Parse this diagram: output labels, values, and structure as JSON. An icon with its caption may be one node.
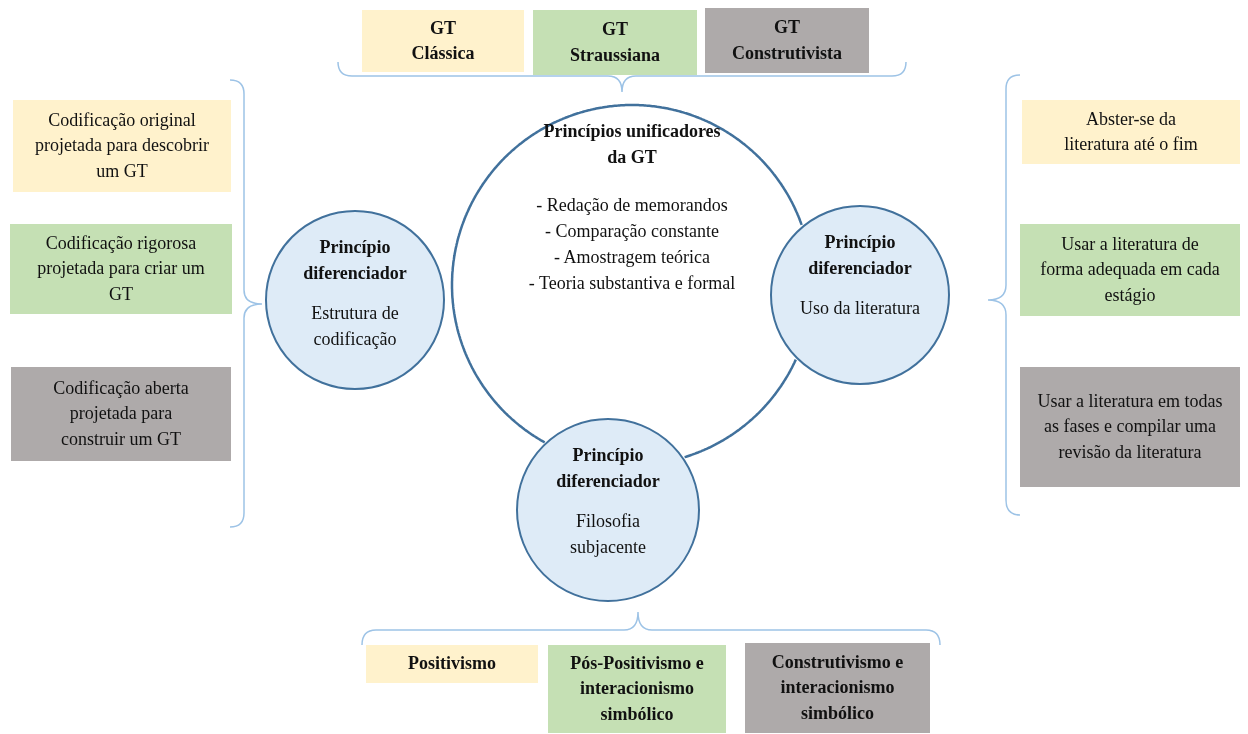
{
  "diagram": {
    "nodes": [
      {
        "text": [
          "GT Clássica"
        ]
      },
      {
        "text": [
          "GT Straussiana"
        ]
      },
      {
        "text": [
          "GT Construtivista"
        ]
      },
      {
        "text": [
          "Codificação original projetada para descobrir um GT"
        ]
      },
      {
        "text": [
          "Codificação rigorosa projetada para criar um GT"
        ]
      },
      {
        "text": [
          "Codificação aberta projetada para construir um GT"
        ]
      },
      {
        "text": [
          "Princípios unificadores da GT",
          "- Redação de memorandos",
          "- Comparação constante",
          "- Amostragem teórica",
          "- Teoria substantiva e formal"
        ]
      },
      {
        "text": [
          "Princípio diferenciador",
          "Estrutura de codificação"
        ]
      },
      {
        "text": [
          "Princípio diferenciador",
          "Uso da literatura"
        ]
      },
      {
        "text": [
          "Princípio diferenciador",
          "Filosofia subjacente"
        ]
      },
      {
        "text": [
          "Abster-se da literatura até o fim"
        ]
      },
      {
        "text": [
          "Usar a literatura de forma adequada em cada estágio"
        ]
      },
      {
        "text": [
          "Usar a literatura em todas as fases e compilar uma revisão da literatura"
        ]
      },
      {
        "text": [
          "Positivismo"
        ]
      },
      {
        "text": [
          "Pós-Positivismo e interacionismo simbólico"
        ]
      },
      {
        "text": [
          "Construtivismo e interacionismo simbólico"
        ]
      }
    ]
  }
}
